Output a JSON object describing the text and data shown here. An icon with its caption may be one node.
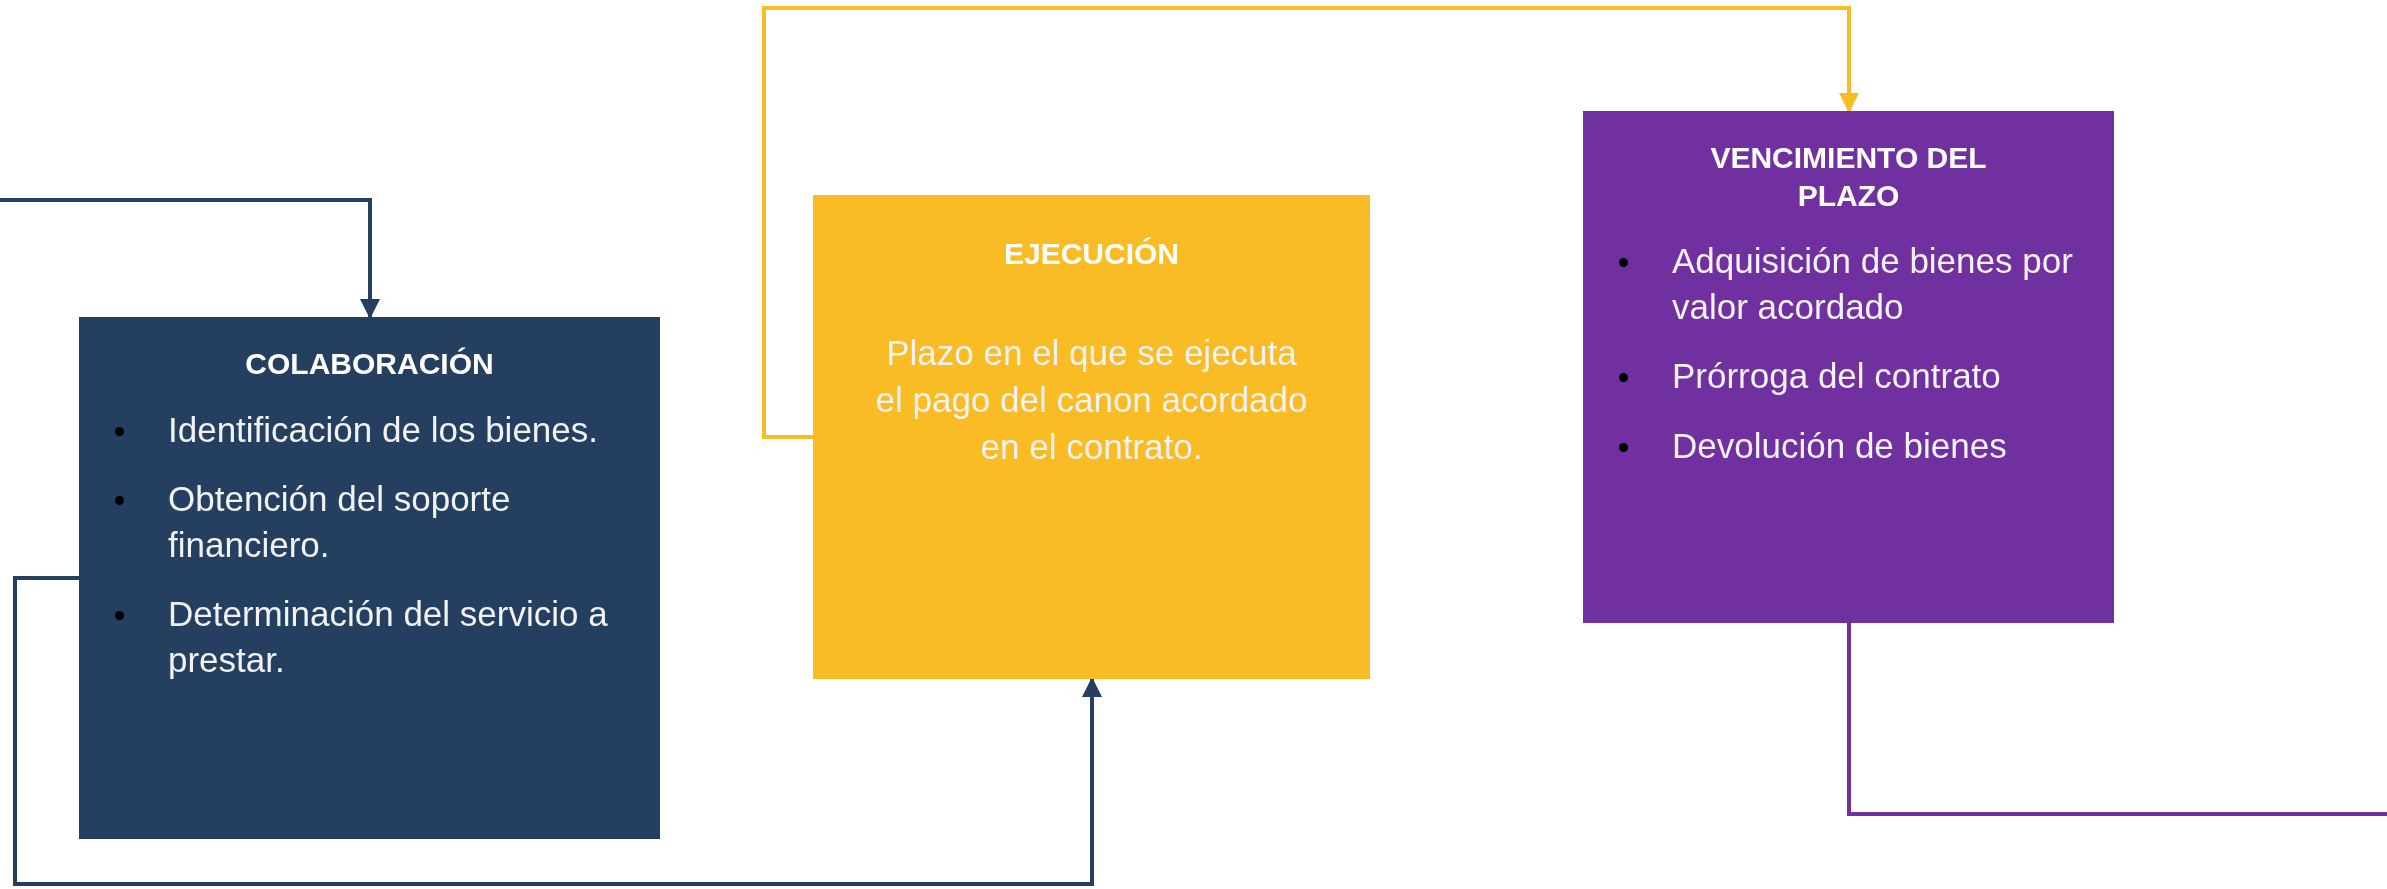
{
  "diagram": {
    "nodes": [
      {
        "text": [
          "COLABORACIÓN",
          "Identificación de los bienes.",
          "Obtención del soporte financiero.",
          "Determinación del servicio a prestar."
        ]
      },
      {
        "text": [
          "EJECUCIÓN",
          "Plazo en el que se ejecuta el pago del canon acordado en el contrato."
        ]
      },
      {
        "text": [
          "VENCIMIENTO DEL PLAZO",
          "Adquisición de bienes por valor acordado",
          "Prórroga del contrato",
          "Devolución de bienes"
        ]
      }
    ],
    "edges": [
      {
        "from": null,
        "to": 0,
        "arrow": "to"
      },
      {
        "from": 0,
        "to": 1,
        "arrow": "to"
      },
      {
        "from": 1,
        "to": 2,
        "arrow": "to",
        "color": "#f9bc24"
      },
      {
        "from": 2,
        "to": null,
        "arrow": "none",
        "color": "#7030a0"
      }
    ]
  }
}
